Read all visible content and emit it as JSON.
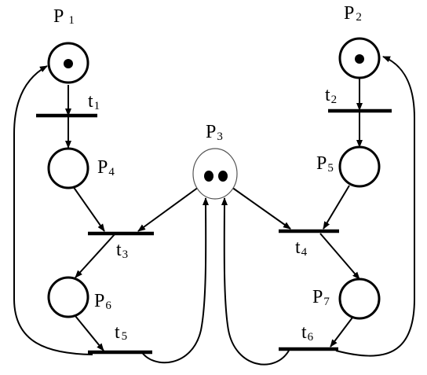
{
  "places": {
    "p1": {
      "letter": "P",
      "sub": "1",
      "tokens": 1
    },
    "p2": {
      "letter": "P",
      "sub": "2",
      "tokens": 1
    },
    "p3": {
      "letter": "P",
      "sub": "3",
      "tokens": 2
    },
    "p4": {
      "letter": "P",
      "sub": "4",
      "tokens": 0
    },
    "p5": {
      "letter": "P",
      "sub": "5",
      "tokens": 0
    },
    "p6": {
      "letter": "P",
      "sub": "6",
      "tokens": 0
    },
    "p7": {
      "letter": "P",
      "sub": "7",
      "tokens": 0
    }
  },
  "transitions": {
    "t1": {
      "letter": "t",
      "sub": "1"
    },
    "t2": {
      "letter": "t",
      "sub": "2"
    },
    "t3": {
      "letter": "t",
      "sub": "3"
    },
    "t4": {
      "letter": "t",
      "sub": "4"
    },
    "t5": {
      "letter": "t",
      "sub": "5"
    },
    "t6": {
      "letter": "t",
      "sub": "6"
    }
  },
  "arcs": [
    {
      "from": "P1",
      "to": "t1"
    },
    {
      "from": "t1",
      "to": "P4"
    },
    {
      "from": "P4",
      "to": "t3"
    },
    {
      "from": "P3",
      "to": "t3"
    },
    {
      "from": "t3",
      "to": "P6"
    },
    {
      "from": "P6",
      "to": "t5"
    },
    {
      "from": "t5",
      "to": "P1"
    },
    {
      "from": "t5",
      "to": "P3"
    },
    {
      "from": "P2",
      "to": "t2"
    },
    {
      "from": "t2",
      "to": "P5"
    },
    {
      "from": "P5",
      "to": "t4"
    },
    {
      "from": "P3",
      "to": "t4"
    },
    {
      "from": "t4",
      "to": "P7"
    },
    {
      "from": "P7",
      "to": "t6"
    },
    {
      "from": "t6",
      "to": "P2"
    },
    {
      "from": "t6",
      "to": "P3"
    }
  ]
}
